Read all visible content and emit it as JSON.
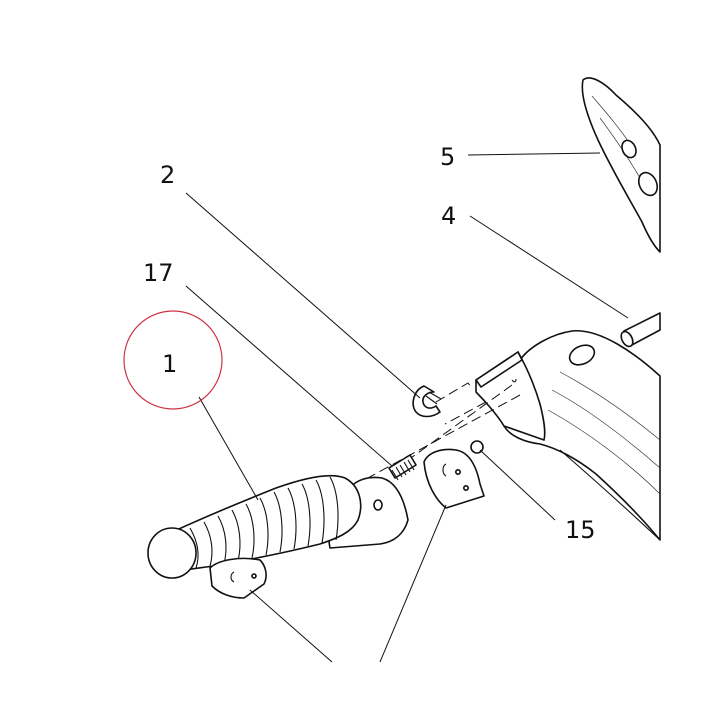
{
  "diagram": {
    "callouts": [
      {
        "id": "c5",
        "label": "5"
      },
      {
        "id": "c4",
        "label": "4"
      },
      {
        "id": "c2",
        "label": "2"
      },
      {
        "id": "c17",
        "label": "17"
      },
      {
        "id": "c1",
        "label": "1"
      },
      {
        "id": "c15",
        "label": "15"
      }
    ],
    "highlight_color": "#cc3344",
    "line_color": "#111111"
  }
}
